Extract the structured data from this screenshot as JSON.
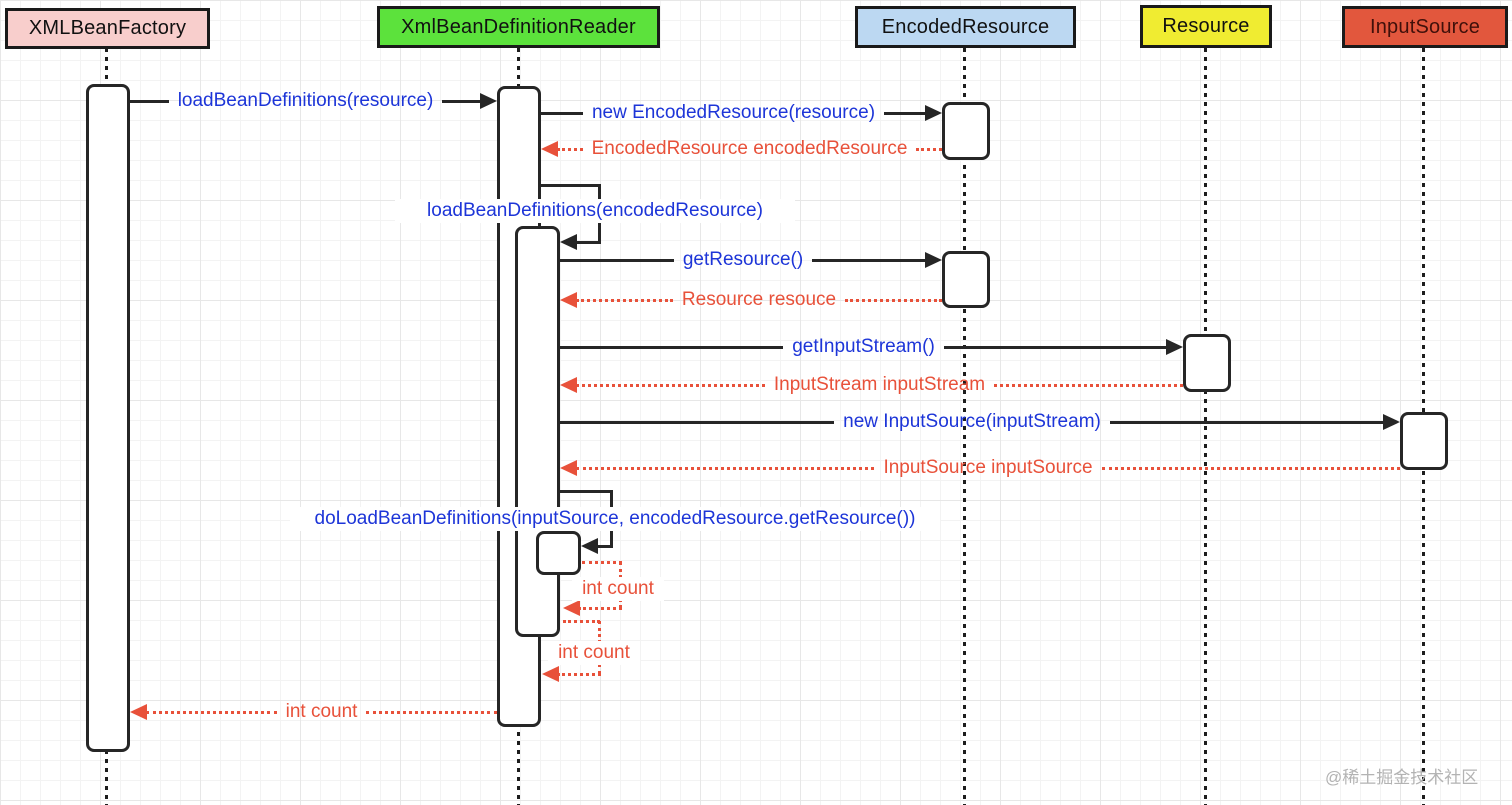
{
  "diagram_type": "uml-sequence",
  "participants": [
    {
      "name": "XMLBeanFactory",
      "fill": "#f8cecc",
      "text": "#111111"
    },
    {
      "name": "XmlBeanDefinitionReader",
      "fill": "#5ce23c",
      "text": "#111111"
    },
    {
      "name": "EncodedResource",
      "fill": "#bcd8f2",
      "text": "#111111"
    },
    {
      "name": "Resource",
      "fill": "#f0ec31",
      "text": "#111111"
    },
    {
      "name": "InputSource",
      "fill": "#e2573d",
      "text": "#40100a"
    }
  ],
  "messages": [
    {
      "label": "loadBeanDefinitions(resource)",
      "kind": "call",
      "from": "XMLBeanFactory",
      "to": "XmlBeanDefinitionReader"
    },
    {
      "label": "new EncodedResource(resource)",
      "kind": "call",
      "from": "XmlBeanDefinitionReader",
      "to": "EncodedResource"
    },
    {
      "label": "EncodedResource encodedResource",
      "kind": "return",
      "from": "EncodedResource",
      "to": "XmlBeanDefinitionReader"
    },
    {
      "label": "loadBeanDefinitions(encodedResource)",
      "kind": "self-call",
      "from": "XmlBeanDefinitionReader",
      "to": "XmlBeanDefinitionReader"
    },
    {
      "label": "getResource()",
      "kind": "call",
      "from": "XmlBeanDefinitionReader",
      "to": "EncodedResource"
    },
    {
      "label": "Resource resouce",
      "kind": "return",
      "from": "EncodedResource",
      "to": "XmlBeanDefinitionReader"
    },
    {
      "label": "getInputStream()",
      "kind": "call",
      "from": "XmlBeanDefinitionReader",
      "to": "Resource"
    },
    {
      "label": "InputStream inputStream",
      "kind": "return",
      "from": "Resource",
      "to": "XmlBeanDefinitionReader"
    },
    {
      "label": "new InputSource(inputStream)",
      "kind": "call",
      "from": "XmlBeanDefinitionReader",
      "to": "InputSource"
    },
    {
      "label": "InputSource inputSource",
      "kind": "return",
      "from": "InputSource",
      "to": "XmlBeanDefinitionReader"
    },
    {
      "label": "doLoadBeanDefinitions(inputSource, encodedResource.getResource())",
      "kind": "self-call",
      "from": "XmlBeanDefinitionReader",
      "to": "XmlBeanDefinitionReader"
    },
    {
      "label": "int count",
      "kind": "self-return",
      "from": "XmlBeanDefinitionReader",
      "to": "XmlBeanDefinitionReader"
    },
    {
      "label": "int count",
      "kind": "self-return",
      "from": "XmlBeanDefinitionReader",
      "to": "XmlBeanDefinitionReader"
    },
    {
      "label": "int count",
      "kind": "return",
      "from": "XmlBeanDefinitionReader",
      "to": "XMLBeanFactory"
    }
  ],
  "colors": {
    "call_line": "#262626",
    "call_text": "#1d35d8",
    "return_line": "#e8513a",
    "return_text": "#e8513a",
    "lifeline": "#1c1c1c",
    "grid": "#e7e7e7"
  },
  "watermark": "@稀土掘金技术社区"
}
